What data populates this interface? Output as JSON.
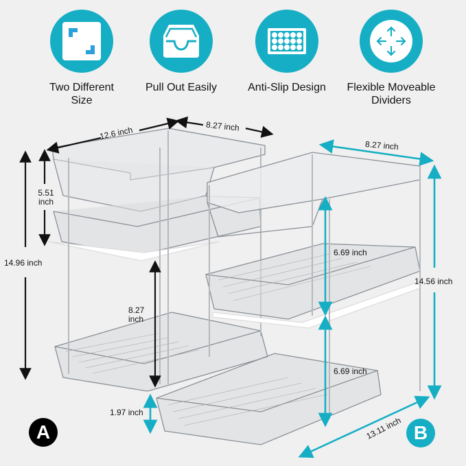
{
  "features": [
    {
      "icon": "resize-corners-icon",
      "label_line1": "Two Different",
      "label_line2": "Size"
    },
    {
      "icon": "drawer-tray-icon",
      "label_line1": "Pull Out Easily",
      "label_line2": ""
    },
    {
      "icon": "anti-slip-dots-icon",
      "label_line1": "Anti-Slip Design",
      "label_line2": ""
    },
    {
      "icon": "move-arrows-icon",
      "label_line1": "Flexible Moveable",
      "label_line2": "Dividers"
    }
  ],
  "product_a": {
    "badge": "A",
    "dimensions": {
      "width": "12.6 inch",
      "depth": "8.27 inch",
      "total_height": "14.96 inch",
      "top_tier_height_value": "5.51",
      "top_tier_height_unit": "inch",
      "bottom_tier_height_value": "8.27",
      "bottom_tier_height_unit": "inch",
      "foot_gap": "1.97 inch"
    }
  },
  "product_b": {
    "badge": "B",
    "dimensions": {
      "width": "8.27 inch",
      "depth": "13.11 inch",
      "total_height": "14.56 inch",
      "top_tier_height": "6.69 inch",
      "bottom_tier_height": "6.69 inch"
    }
  },
  "colors": {
    "accent": "#15aec4",
    "background": "#f0f0f0",
    "dimension_dark": "#111111"
  }
}
